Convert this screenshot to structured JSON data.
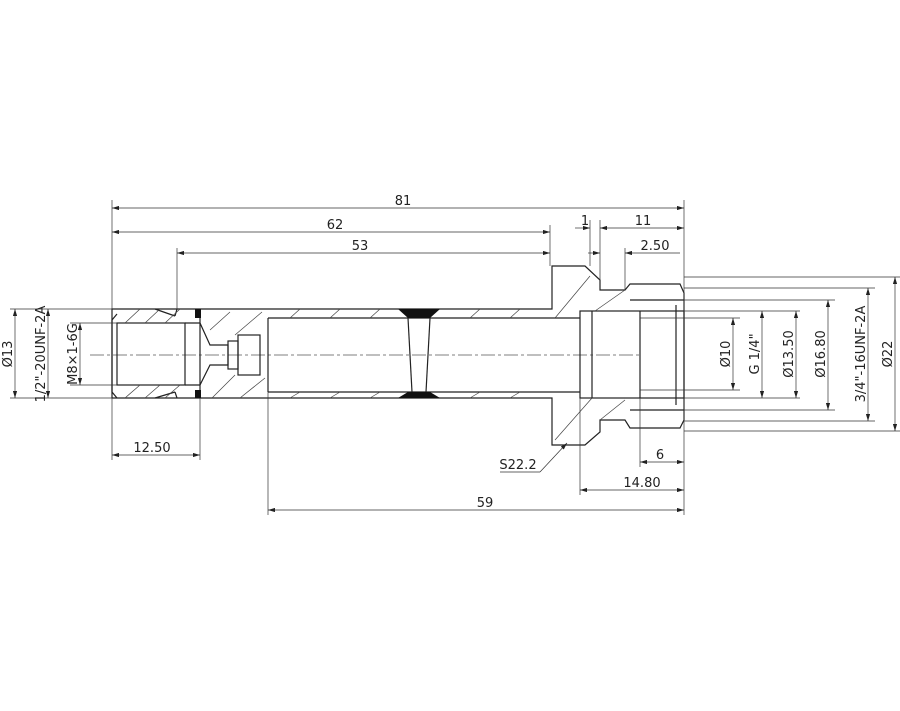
{
  "drawing": {
    "dimensions": {
      "overall_length": "81",
      "length_62": "62",
      "length_53": "53",
      "length_1": "1",
      "length_11": "11",
      "length_2_50": "2.50",
      "length_12_50": "12.50",
      "length_59": "59",
      "length_14_80": "14.80",
      "length_6": "6",
      "hex_size": "S22.2",
      "dia_13": "Ø13",
      "thread_left": "1/2\"-20UNF-2A",
      "thread_internal_left": "M8×1-6G",
      "dia_10": "Ø10",
      "thread_g": "G 1/4\"",
      "dia_13_50": "Ø13.50",
      "dia_16_80": "Ø16.80",
      "thread_right": "3/4\"-16UNF-2A",
      "dia_22": "Ø22"
    }
  }
}
